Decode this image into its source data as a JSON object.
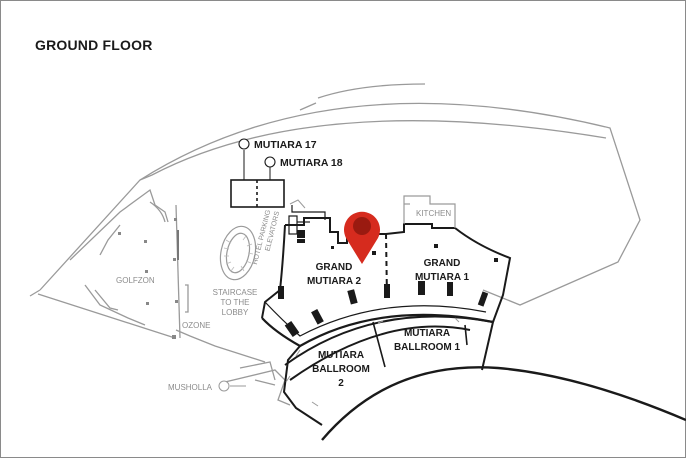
{
  "map": {
    "title": "GROUND FLOOR",
    "rooms": {
      "grand_mutiara_2": [
        "GRAND",
        "MUTIARA 2"
      ],
      "grand_mutiara_1": [
        "GRAND",
        "MUTIARA 1"
      ],
      "mutiara_ballroom_1": [
        "MUTIARA",
        "BALLROOM 1"
      ],
      "mutiara_ballroom_2": [
        "MUTIARA",
        "BALLROOM",
        "2"
      ]
    },
    "callouts": {
      "mutiara_17": "MUTIARA 17",
      "mutiara_18": "MUTIARA 18",
      "musholla": "MUSHOLLA"
    },
    "areas": {
      "golfzon": "GOLFZON",
      "ozone": "OZONE",
      "kitchen": "KITCHEN",
      "staircase": [
        "STAIRCASE",
        "TO THE",
        "LOBBY"
      ],
      "hotel_parking_elevators": [
        "HOTEL PARKING",
        "ELEVATORS"
      ]
    },
    "marker": {
      "icon": "map-pin-icon",
      "color": "#d62b1e"
    },
    "colors": {
      "wall": "#1a1a1a",
      "outline": "#9a9a9a",
      "muted_text": "#8c8c8c"
    }
  }
}
